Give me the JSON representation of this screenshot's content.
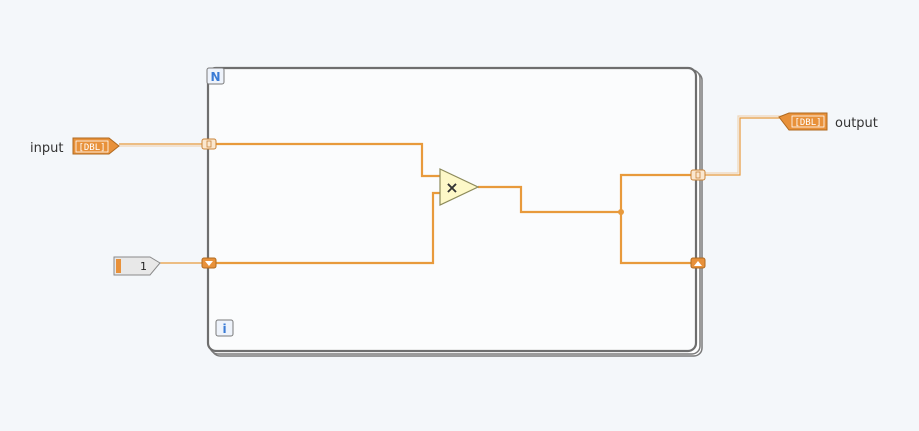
{
  "labels": {
    "input": "input",
    "output": "output"
  },
  "tags": {
    "input_type": "[DBL]",
    "output_type": "[DBL]"
  },
  "constant": {
    "value": "1"
  },
  "loop": {
    "count_terminal": "N",
    "iteration_terminal": "i"
  },
  "colors": {
    "wire": "#e89a3c",
    "terminal_fill": "#e8913a",
    "loop_border": "#6e6e6e",
    "multiply_fill": "#fdf8c8",
    "count_terminal_text": "#3a7bd5"
  },
  "icons": {
    "multiply": "multiply-icon",
    "shift_register": "shift-register-icon"
  }
}
